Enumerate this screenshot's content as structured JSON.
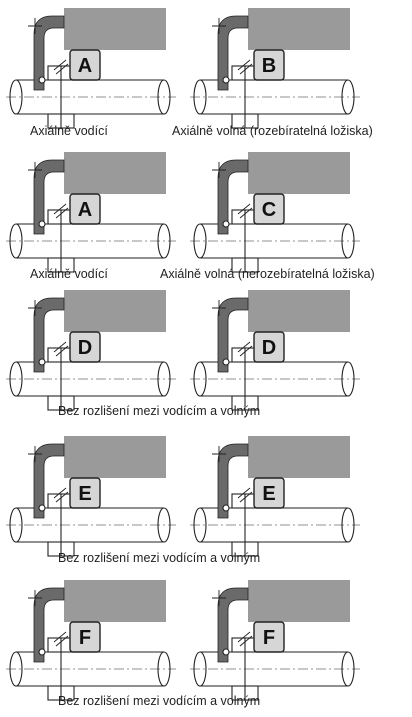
{
  "rows": [
    {
      "left": {
        "badge": "A",
        "caption": "Axiálně vodící"
      },
      "right": {
        "badge": "B",
        "caption": "Axiálně volná (rozebíratelná ložiska)"
      }
    },
    {
      "left": {
        "badge": "A",
        "caption": "Axiálně vodící"
      },
      "right": {
        "badge": "C",
        "caption": "Axiálně volná (nerozebíratelná ložiska)"
      }
    },
    {
      "left": {
        "badge": "D"
      },
      "right": {
        "badge": "D"
      },
      "caption": "Bez rozlišení mezi vodícím a volným"
    },
    {
      "left": {
        "badge": "E"
      },
      "right": {
        "badge": "E"
      },
      "caption": "Bez rozlišení mezi vodícím a volným"
    },
    {
      "left": {
        "badge": "F"
      },
      "right": {
        "badge": "F"
      },
      "caption": "Bez rozlišení mezi vodícím a volným"
    }
  ],
  "colors": {
    "housing": "#9a9a9a",
    "cover": "#6a6a6a",
    "badge_fill": "#d6d6d6",
    "line": "#222222"
  }
}
